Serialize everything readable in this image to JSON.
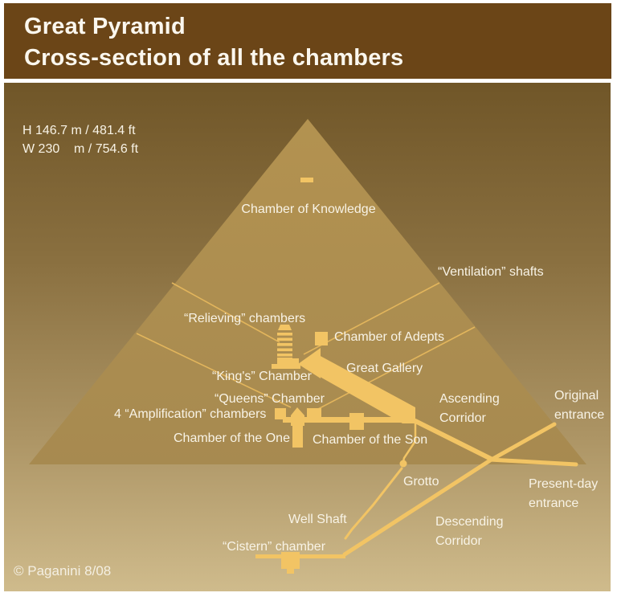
{
  "header": {
    "title_line1": "Great Pyramid",
    "title_line2": "Cross-section of all the chambers"
  },
  "dimensions": {
    "height_label": "H 146.7 m / 481.4 ft",
    "width_label": "W 230    m / 754.6 ft"
  },
  "labels": {
    "chamber_of_knowledge": "Chamber of Knowledge",
    "ventilation_shafts": "“Ventilation” shafts",
    "relieving_chambers": "“Relieving” chambers",
    "chamber_of_adepts": "Chamber of Adepts",
    "great_gallery": "Great Gallery",
    "kings_chamber": "“King's” Chamber",
    "queens_chamber": "“Queens” Chamber",
    "amplification_chambers": "4 “Amplification” chambers",
    "chamber_of_the_one": "Chamber of the One",
    "chamber_of_the_son": "Chamber of the Son",
    "ascending_corridor": "Ascending\nCorridor",
    "original_entrance": "Original\nentrance",
    "grotto": "Grotto",
    "present_day_entrance": "Present-day\nentrance",
    "well_shaft": "Well Shaft",
    "descending_corridor": "Descending\nCorridor",
    "cistern_chamber": "“Cistern” chamber"
  },
  "credit": "© Paganini 8/08",
  "colors": {
    "header_background": "#6B4517",
    "background_top": "#705628",
    "background_bottom": "#CFBB8C",
    "pyramid_top": "#B39250",
    "pyramid_bottom": "#A78A50",
    "chamber_gold": "#F2C464",
    "shaft_gold": "#E2B55C",
    "label_text": "#F8F3E6"
  }
}
